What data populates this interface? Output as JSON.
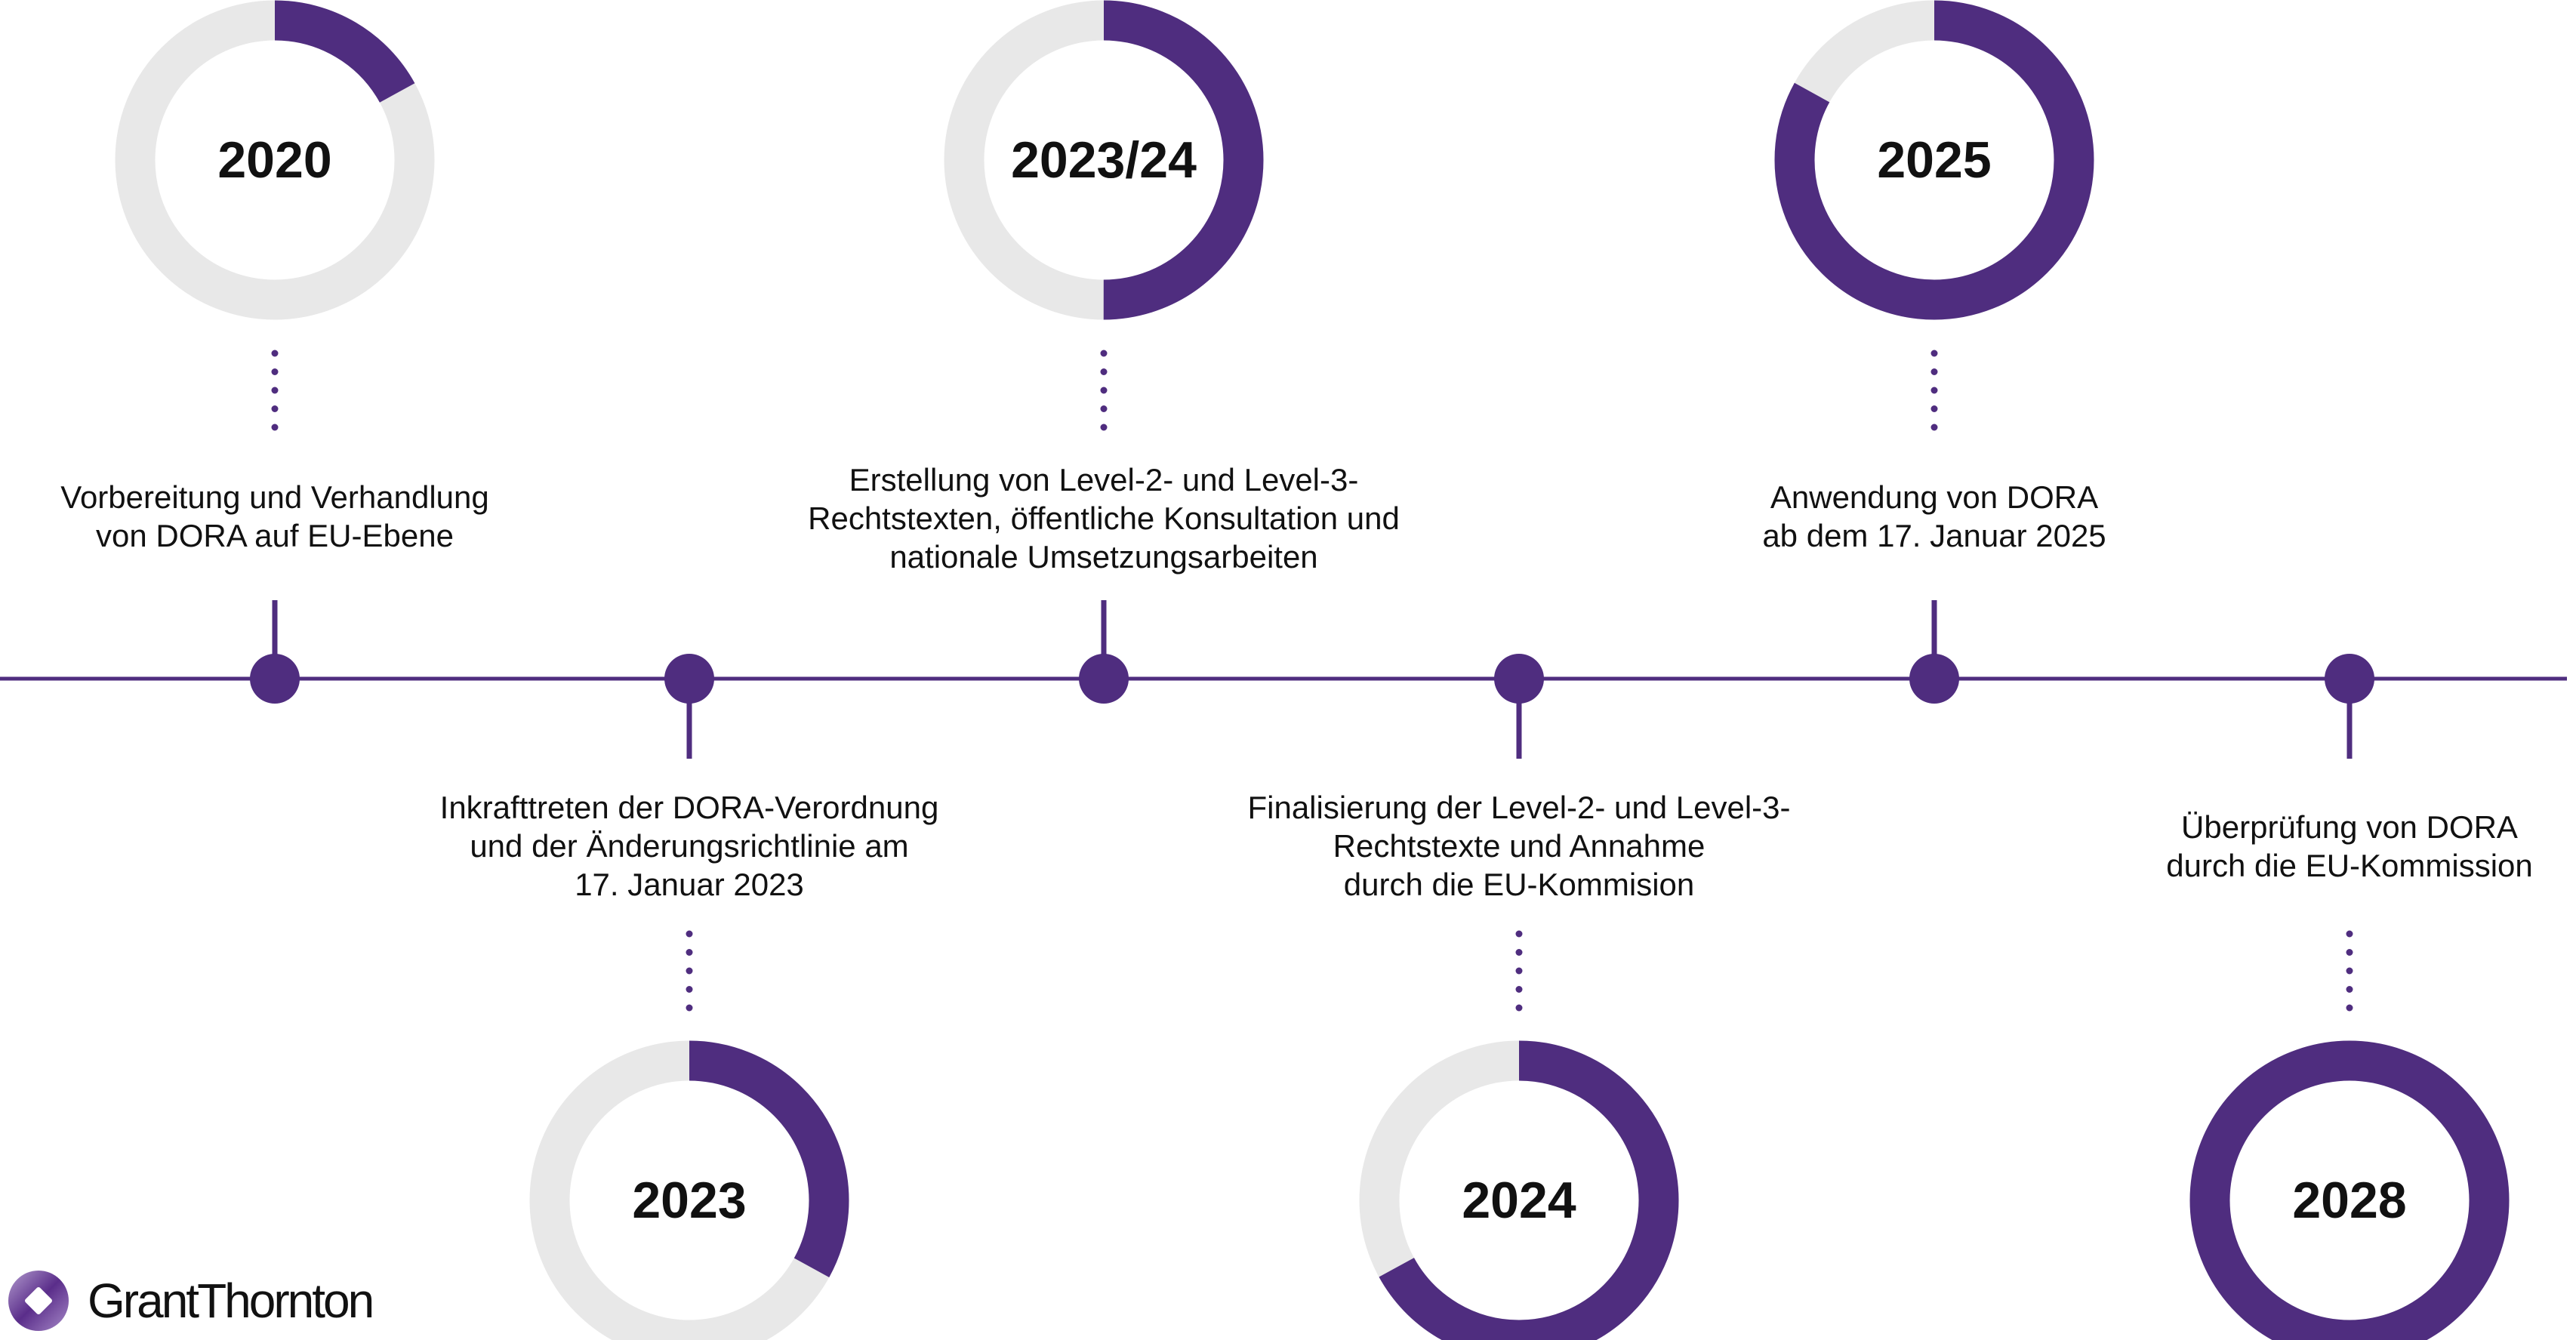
{
  "colors": {
    "accent": "#4f2d7f",
    "track": "#e8e8e8",
    "text": "#111111"
  },
  "milestones": [
    {
      "year": "2020",
      "progress": 0.17,
      "position": "top",
      "lines": [
        "Vorbereitung und Verhandlung",
        "von DORA auf EU-Ebene"
      ]
    },
    {
      "year": "2023",
      "progress": 0.33,
      "position": "bottom",
      "lines": [
        "Inkrafttreten der DORA-Verordnung",
        "und der Änderungsrichtlinie am",
        "17. Januar 2023"
      ]
    },
    {
      "year": "2023/24",
      "progress": 0.5,
      "position": "top",
      "lines": [
        "Erstellung von Level-2- und Level-3-",
        "Rechtstexten, öffentliche Konsultation und",
        "nationale Umsetzungsarbeiten"
      ]
    },
    {
      "year": "2024",
      "progress": 0.67,
      "position": "bottom",
      "lines": [
        "Finalisierung der Level-2- und Level-3-",
        "Rechtstexte und Annahme",
        "durch die EU-Kommision"
      ]
    },
    {
      "year": "2025",
      "progress": 0.83,
      "position": "top",
      "lines": [
        "Anwendung von DORA",
        "ab dem 17. Januar 2025"
      ]
    },
    {
      "year": "2028",
      "progress": 1.0,
      "position": "bottom",
      "lines": [
        "Überprüfung von DORA",
        "durch die EU-Kommission"
      ]
    }
  ],
  "logo": {
    "text": "GrantThornton"
  }
}
